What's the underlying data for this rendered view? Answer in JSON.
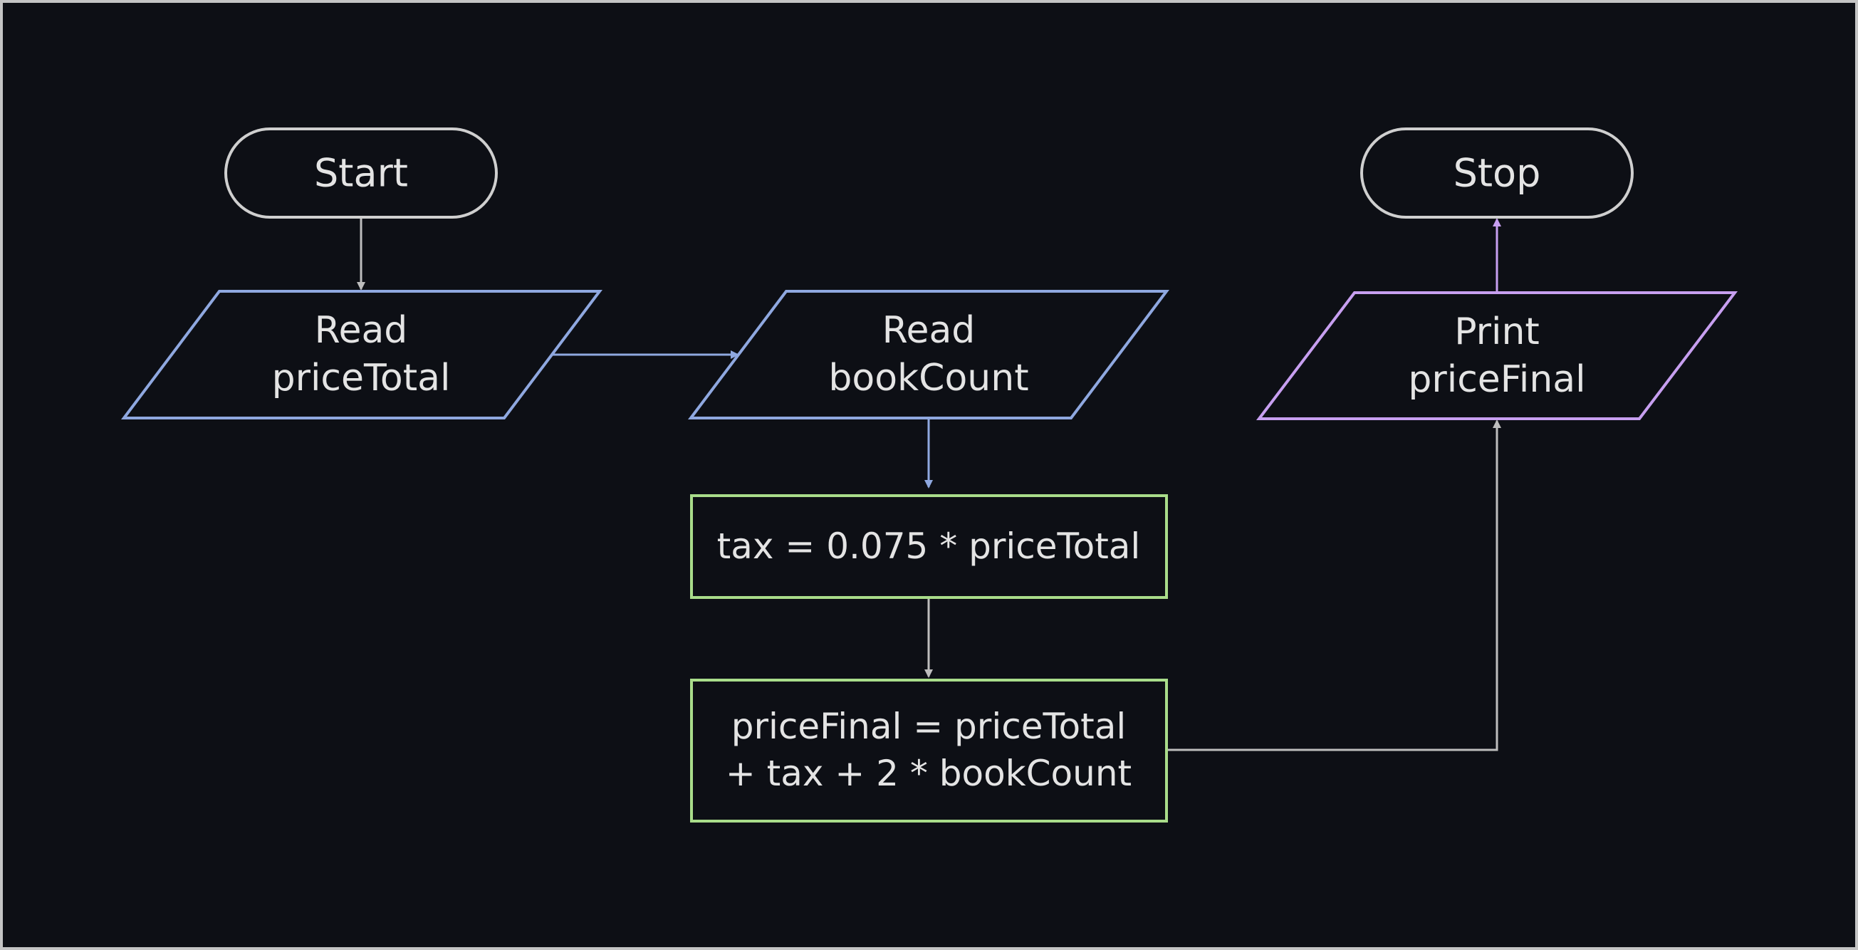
{
  "colors": {
    "background": "#0d0f15",
    "frame": "#c4c4c4",
    "terminal": "#cfcfcf",
    "input": "#8fa8e0",
    "process": "#a9dc8a",
    "output": "#c79ff0",
    "connector": "#bdbdbd",
    "text": "#e4e4e4"
  },
  "nodes": {
    "start": {
      "label": "Start",
      "shape": "terminal"
    },
    "read_price": {
      "line1": "Read",
      "line2": "priceTotal",
      "shape": "input"
    },
    "read_books": {
      "line1": "Read",
      "line2": "bookCount",
      "shape": "input"
    },
    "compute_tax": {
      "label": "tax = 0.075 * priceTotal",
      "shape": "process"
    },
    "compute_final": {
      "line1": "priceFinal = priceTotal",
      "line2": "+ tax + 2 * bookCount",
      "shape": "process"
    },
    "print_final": {
      "line1": "Print",
      "line2": "priceFinal",
      "shape": "output"
    },
    "stop": {
      "label": "Stop",
      "shape": "terminal"
    }
  },
  "edges": [
    {
      "from": "start",
      "to": "read_price"
    },
    {
      "from": "read_price",
      "to": "read_books"
    },
    {
      "from": "read_books",
      "to": "compute_tax"
    },
    {
      "from": "compute_tax",
      "to": "compute_final"
    },
    {
      "from": "compute_final",
      "to": "print_final"
    },
    {
      "from": "print_final",
      "to": "stop"
    }
  ]
}
